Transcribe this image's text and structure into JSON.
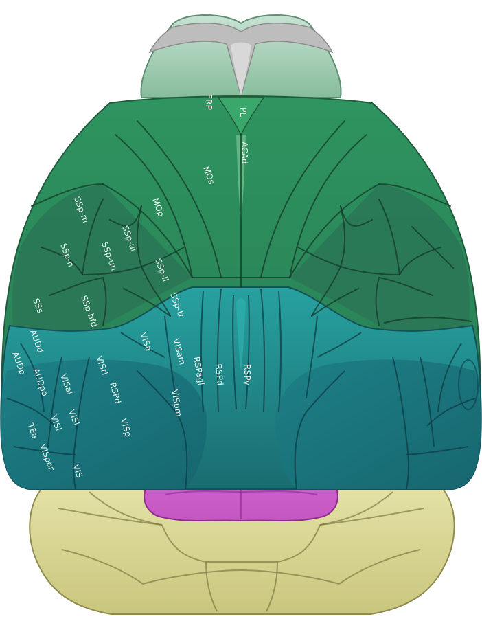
{
  "colors": {
    "background": "#ffffff",
    "olfactory_bulb": "#a8cfb8",
    "olfactory_gray": "#b7b7b7",
    "frontal_motor": "#2f8a55",
    "somatosensory": "#2a7a5a",
    "visual_teal": "#1e8c8a",
    "auditory_teal": "#1b7f88",
    "midbrain": "#d666d4",
    "cerebellum": "#d9d796"
  },
  "regions": {
    "frp": "FRP",
    "pl": "PL",
    "aca": "ACAd",
    "mos": "MOs",
    "mop": "MOp",
    "ssp_m": "SSp-m",
    "ssp_ul": "SSp-ul",
    "ssp_un": "SSp-un",
    "ssp_n": "SSp-n",
    "ssp_ll": "SSp-ll",
    "ssp_tr": "SSp-tr",
    "ssp_bfd": "SSp-bfd",
    "sss": "SSs",
    "audd": "AUDd",
    "audp": "AUDp",
    "audpo": "AUDpo",
    "visa": "VISa",
    "visam": "VISam",
    "visrl": "VISrl",
    "visal": "VISal",
    "visl": "VISl",
    "visl2": "VISl",
    "tea": "TEa",
    "vispor": "VISpor",
    "vis_edge": "VIS",
    "rspagl": "RSPagl",
    "rspd_center": "RSPd",
    "rspd_left": "RSPd",
    "rspv": "RSPv",
    "vispm": "VISpm",
    "visp": "VISp"
  }
}
